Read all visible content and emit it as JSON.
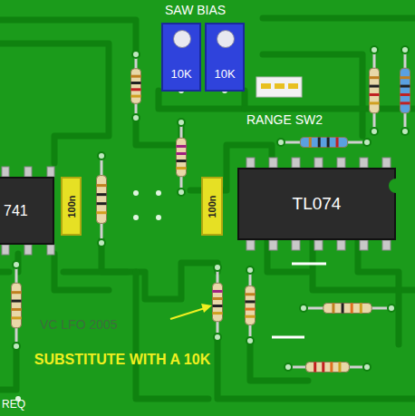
{
  "diagram": {
    "nodes": [
      {
        "text": [
          "10K"
        ]
      },
      {
        "text": [
          "10K"
        ]
      },
      {
        "text": [
          "741"
        ]
      },
      {
        "text": [
          "100n"
        ]
      },
      {
        "text": [
          "100n"
        ]
      },
      {
        "text": [
          "TL074"
        ]
      }
    ],
    "labels": [
      "SAW BIAS",
      "RANGE SW2",
      "VC LFO 2005",
      "SUBSTITUTE WITH A 10K",
      "REQ"
    ]
  }
}
